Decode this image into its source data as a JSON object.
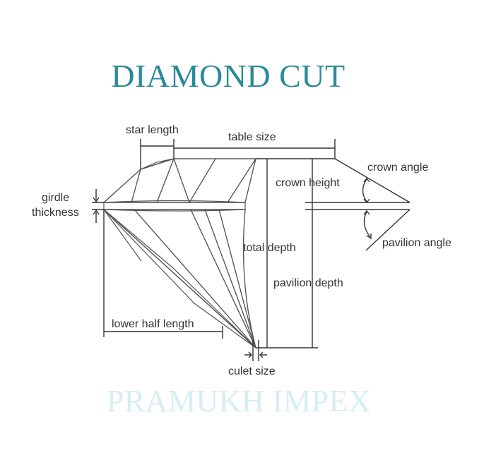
{
  "title": "DIAMOND CUT",
  "watermark": "PRAMUKH IMPEX",
  "labels": {
    "star_length": "star length",
    "table_size": "table size",
    "crown_angle": "crown angle",
    "crown_height": "crown height",
    "girdle_thickness_1": "girdle",
    "girdle_thickness_2": "thickness",
    "total_depth": "total depth",
    "pavilion_angle": "pavilion angle",
    "pavilion_depth": "pavilion depth",
    "lower_half_length": "lower half length",
    "culet_size": "culet size"
  },
  "colors": {
    "title": "#2a8a9a",
    "watermark": "#d6eef3",
    "facet_blue": "#4a5aa8",
    "line": "#333333"
  }
}
